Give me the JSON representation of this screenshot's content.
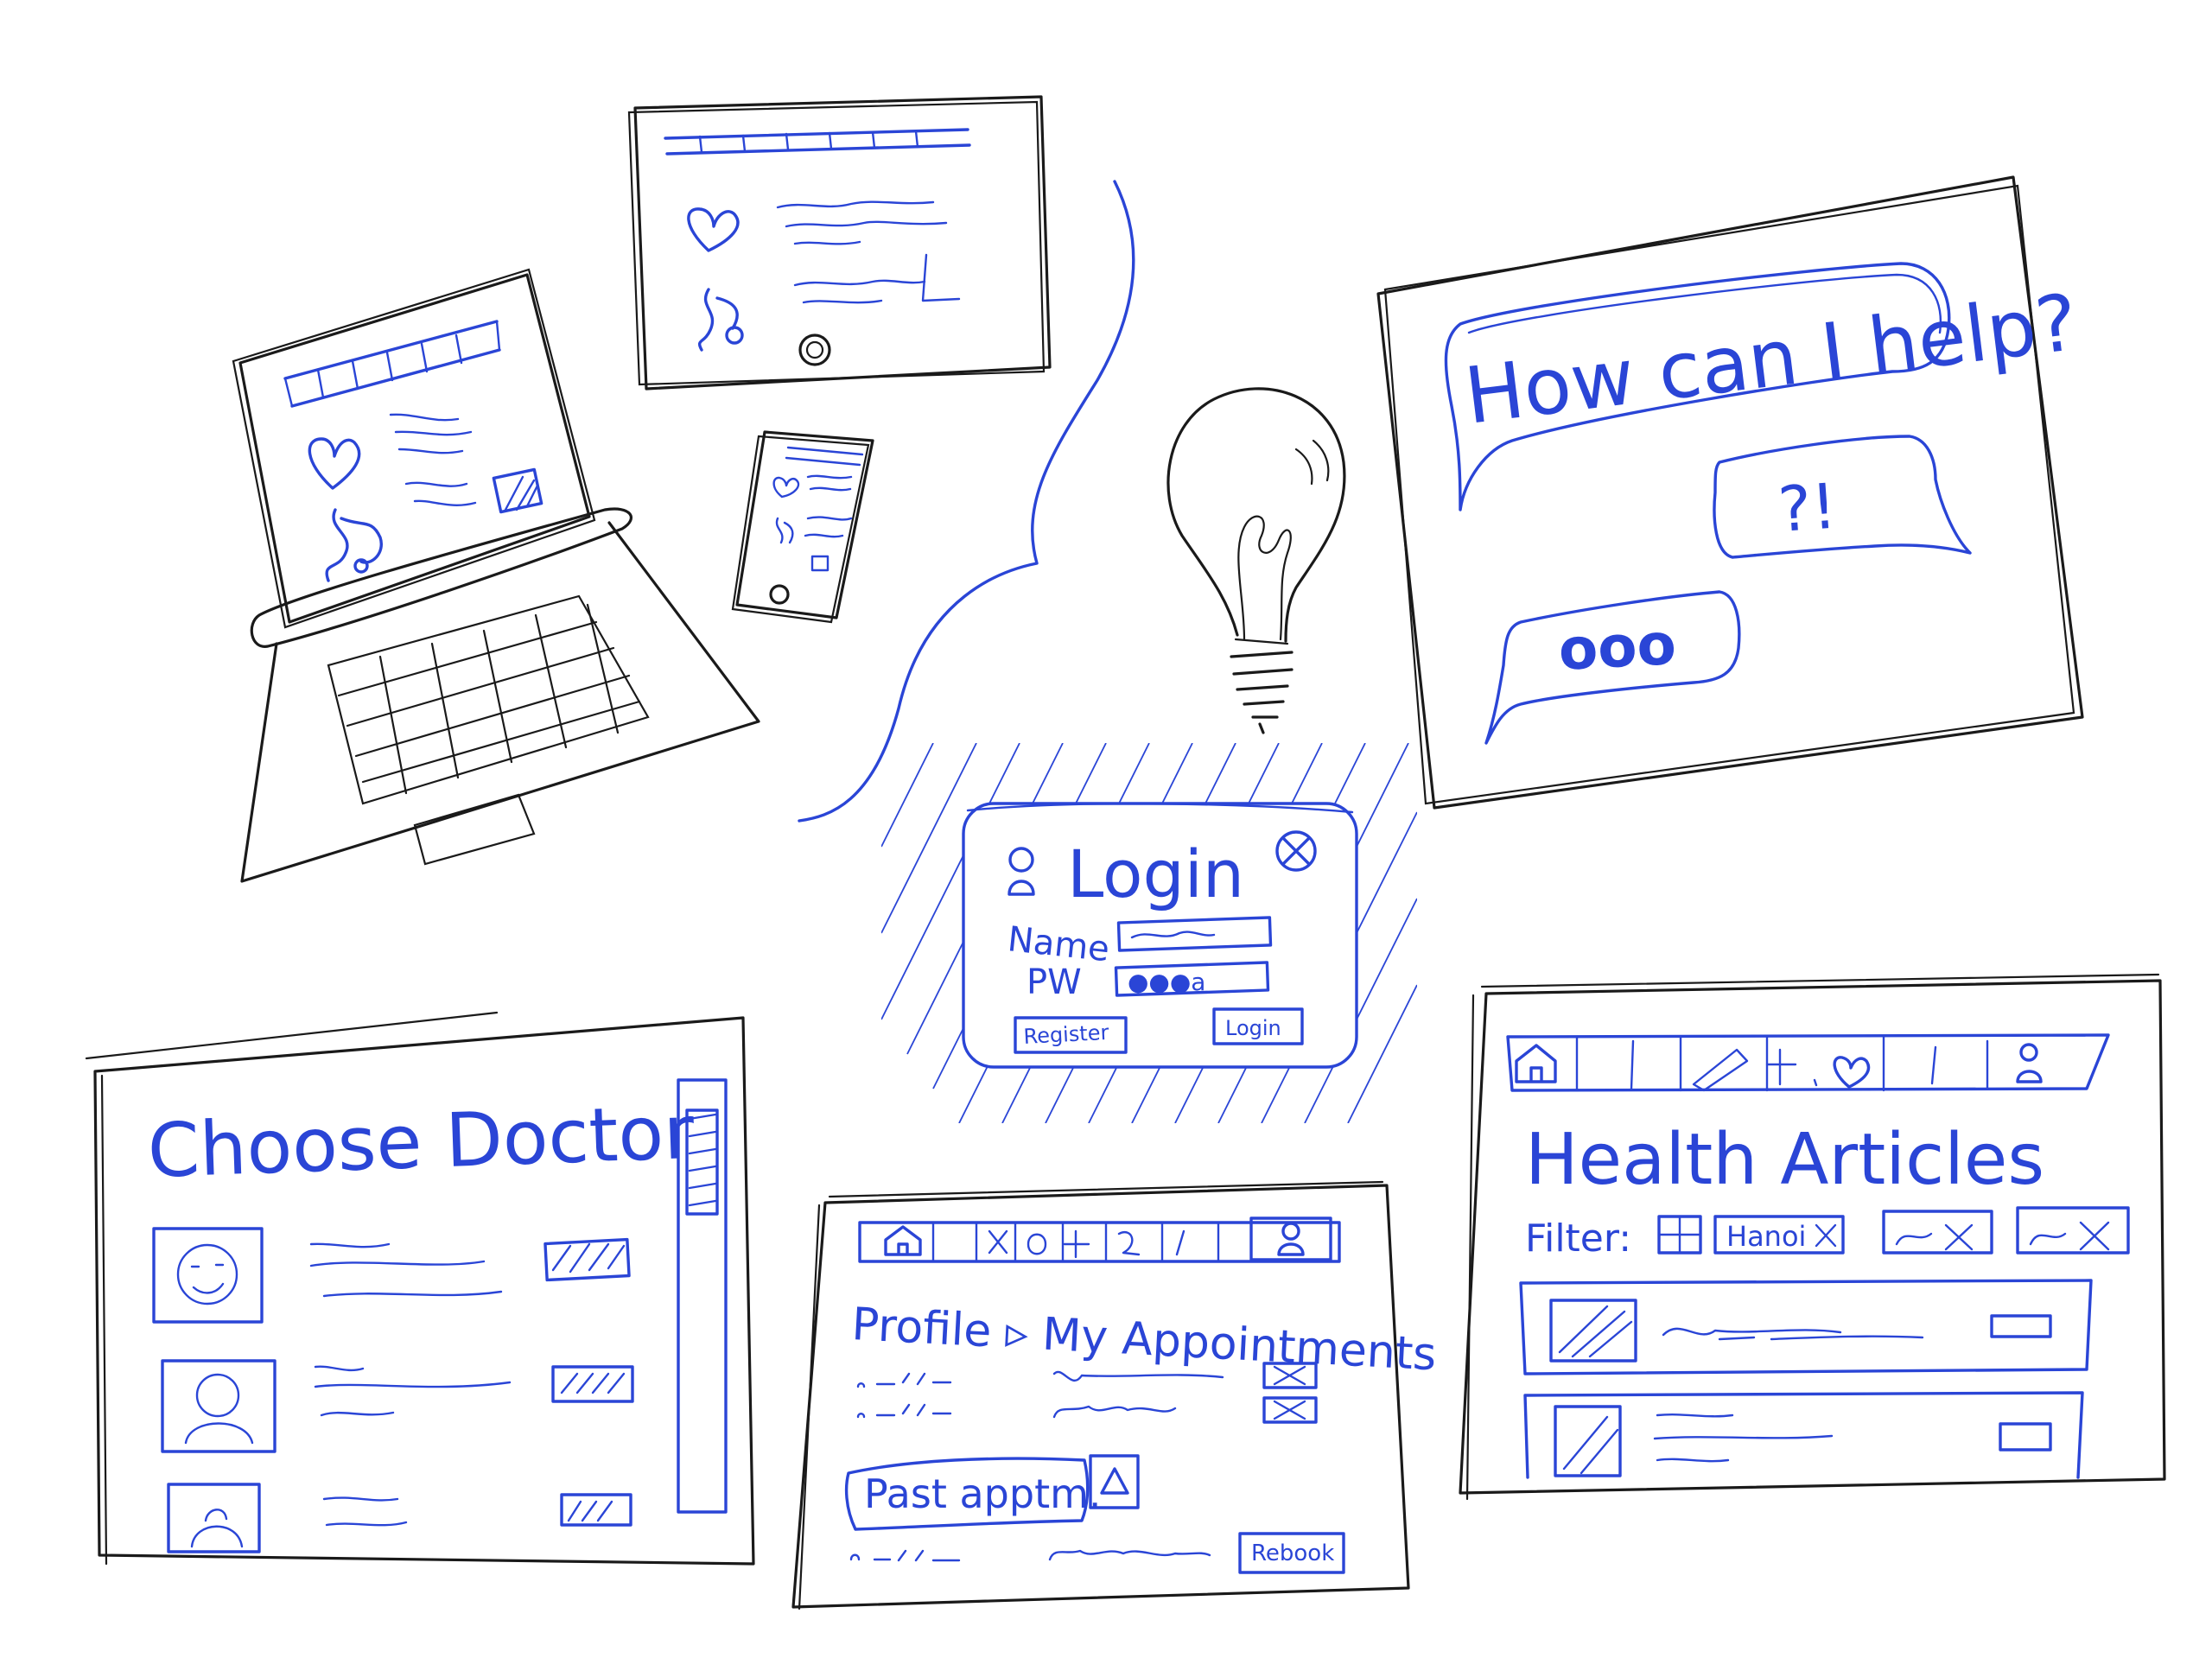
{
  "chat": {
    "title": "How can I help?",
    "reply": "?!",
    "typing": "ooo"
  },
  "login": {
    "title": "Login",
    "name_label": "Name",
    "pw_label": "PW",
    "pw_value": "●●●a",
    "register_label": "Register",
    "login_label": "Login"
  },
  "doctor": {
    "title": "Choose Doctor"
  },
  "appointments": {
    "breadcrumb": "Profile ▹ My Appointments",
    "past_label": "Past apptm.",
    "rebook_label": "Rebook"
  },
  "articles": {
    "title": "Health Articles",
    "filter_label": "Filter:",
    "chip_hanoi": "Hanoi"
  },
  "colors": {
    "ink": "#1a1a1a",
    "accent": "#2a45d6"
  },
  "icons": [
    "heart-icon",
    "stethoscope-icon",
    "lightbulb-icon",
    "user-icon",
    "close-icon",
    "home-icon",
    "smiley-face-icon"
  ]
}
